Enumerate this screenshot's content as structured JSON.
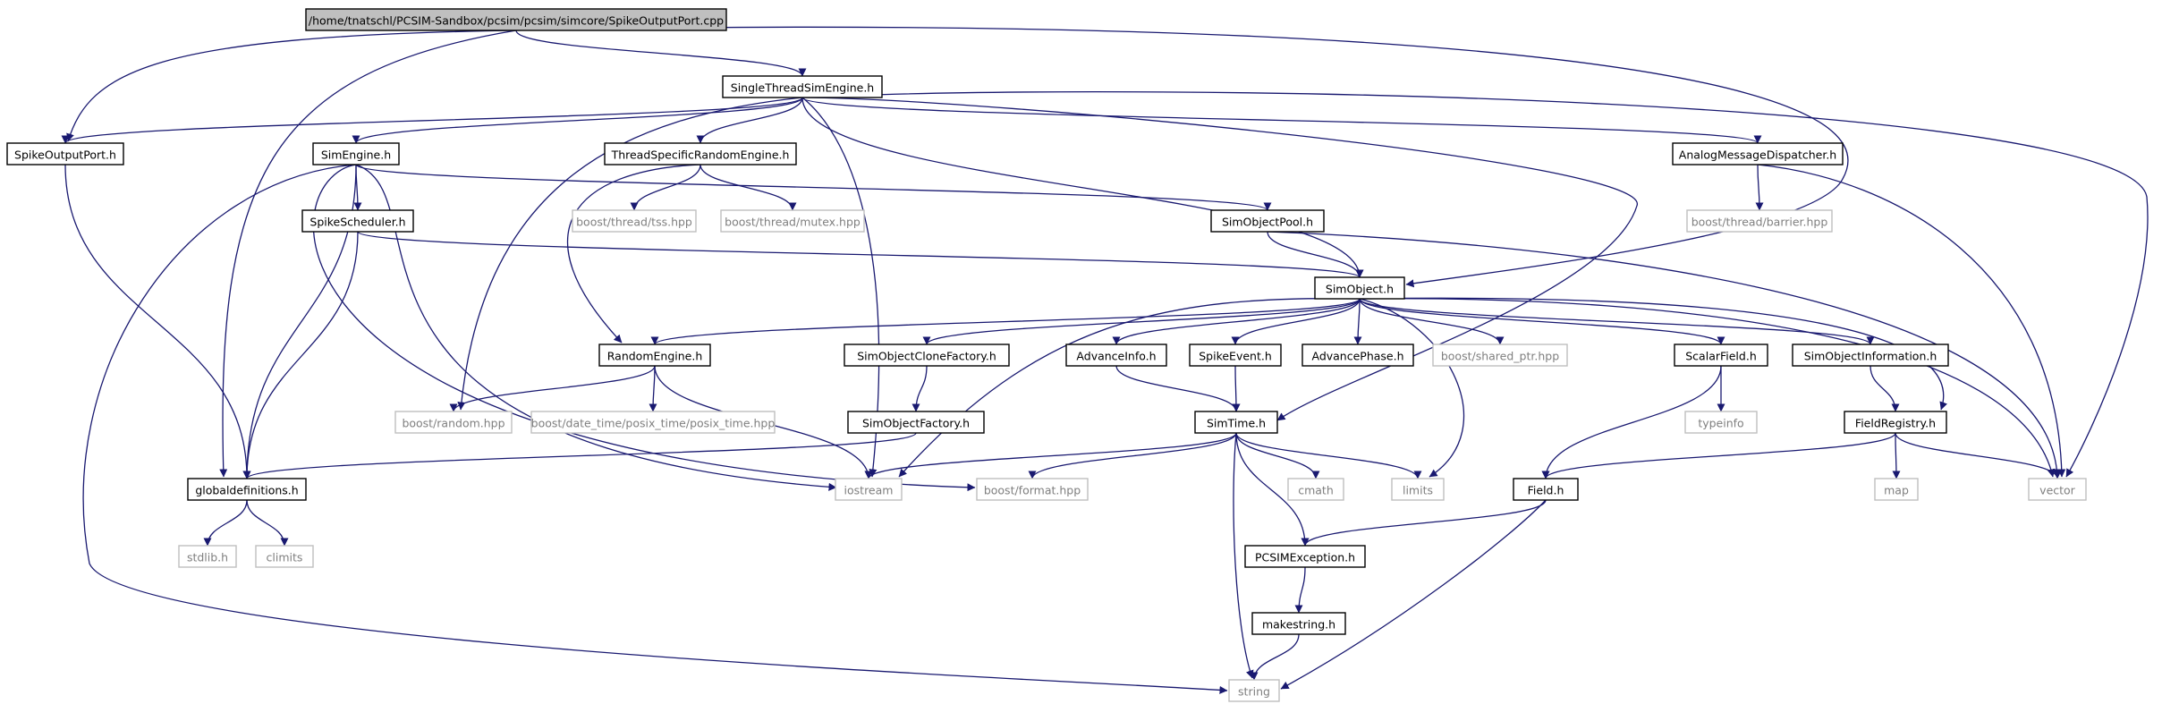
{
  "colors": {
    "edge": "#191970",
    "root_fill": "#bfbfbf",
    "header_border": "#000000",
    "system_border": "#bfbfbf",
    "system_text": "#7f7f7f"
  },
  "nodes": {
    "root": "/home/tnatschl/PCSIM-Sandbox/pcsim/pcsim/simcore/SpikeOutputPort.cpp",
    "singlethreadsimengine": "SingleThreadSimEngine.h",
    "spikeoutputport": "SpikeOutputPort.h",
    "simengine": "SimEngine.h",
    "threadspecificrandomengine": "ThreadSpecificRandomEngine.h",
    "analogmessagedispatcher": "AnalogMessageDispatcher.h",
    "spikescheduler": "SpikeScheduler.h",
    "boost_thread_tss": "boost/thread/tss.hpp",
    "boost_thread_mutex": "boost/thread/mutex.hpp",
    "simobjectpool": "SimObjectPool.h",
    "boost_thread_barrier": "boost/thread/barrier.hpp",
    "simobject": "SimObject.h",
    "randomengine": "RandomEngine.h",
    "simobjectclonefactory": "SimObjectCloneFactory.h",
    "advanceinfo": "AdvanceInfo.h",
    "spikeevent": "SpikeEvent.h",
    "advancephase": "AdvancePhase.h",
    "boost_shared_ptr": "boost/shared_ptr.hpp",
    "scalarfield": "ScalarField.h",
    "simobjectinformation": "SimObjectInformation.h",
    "boost_random": "boost/random.hpp",
    "boost_posix_time": "boost/date_time/posix_time/posix_time.hpp",
    "simobjectfactory": "SimObjectFactory.h",
    "simtime": "SimTime.h",
    "typeinfo": "typeinfo",
    "fieldregistry": "FieldRegistry.h",
    "globaldefinitions": "globaldefinitions.h",
    "iostream": "iostream",
    "boost_format": "boost/format.hpp",
    "cmath": "cmath",
    "limits": "limits",
    "field": "Field.h",
    "map": "map",
    "vector": "vector",
    "stdlib": "stdlib.h",
    "climits": "climits",
    "pcsimexception": "PCSIMException.h",
    "makestring": "makestring.h",
    "string": "string"
  }
}
